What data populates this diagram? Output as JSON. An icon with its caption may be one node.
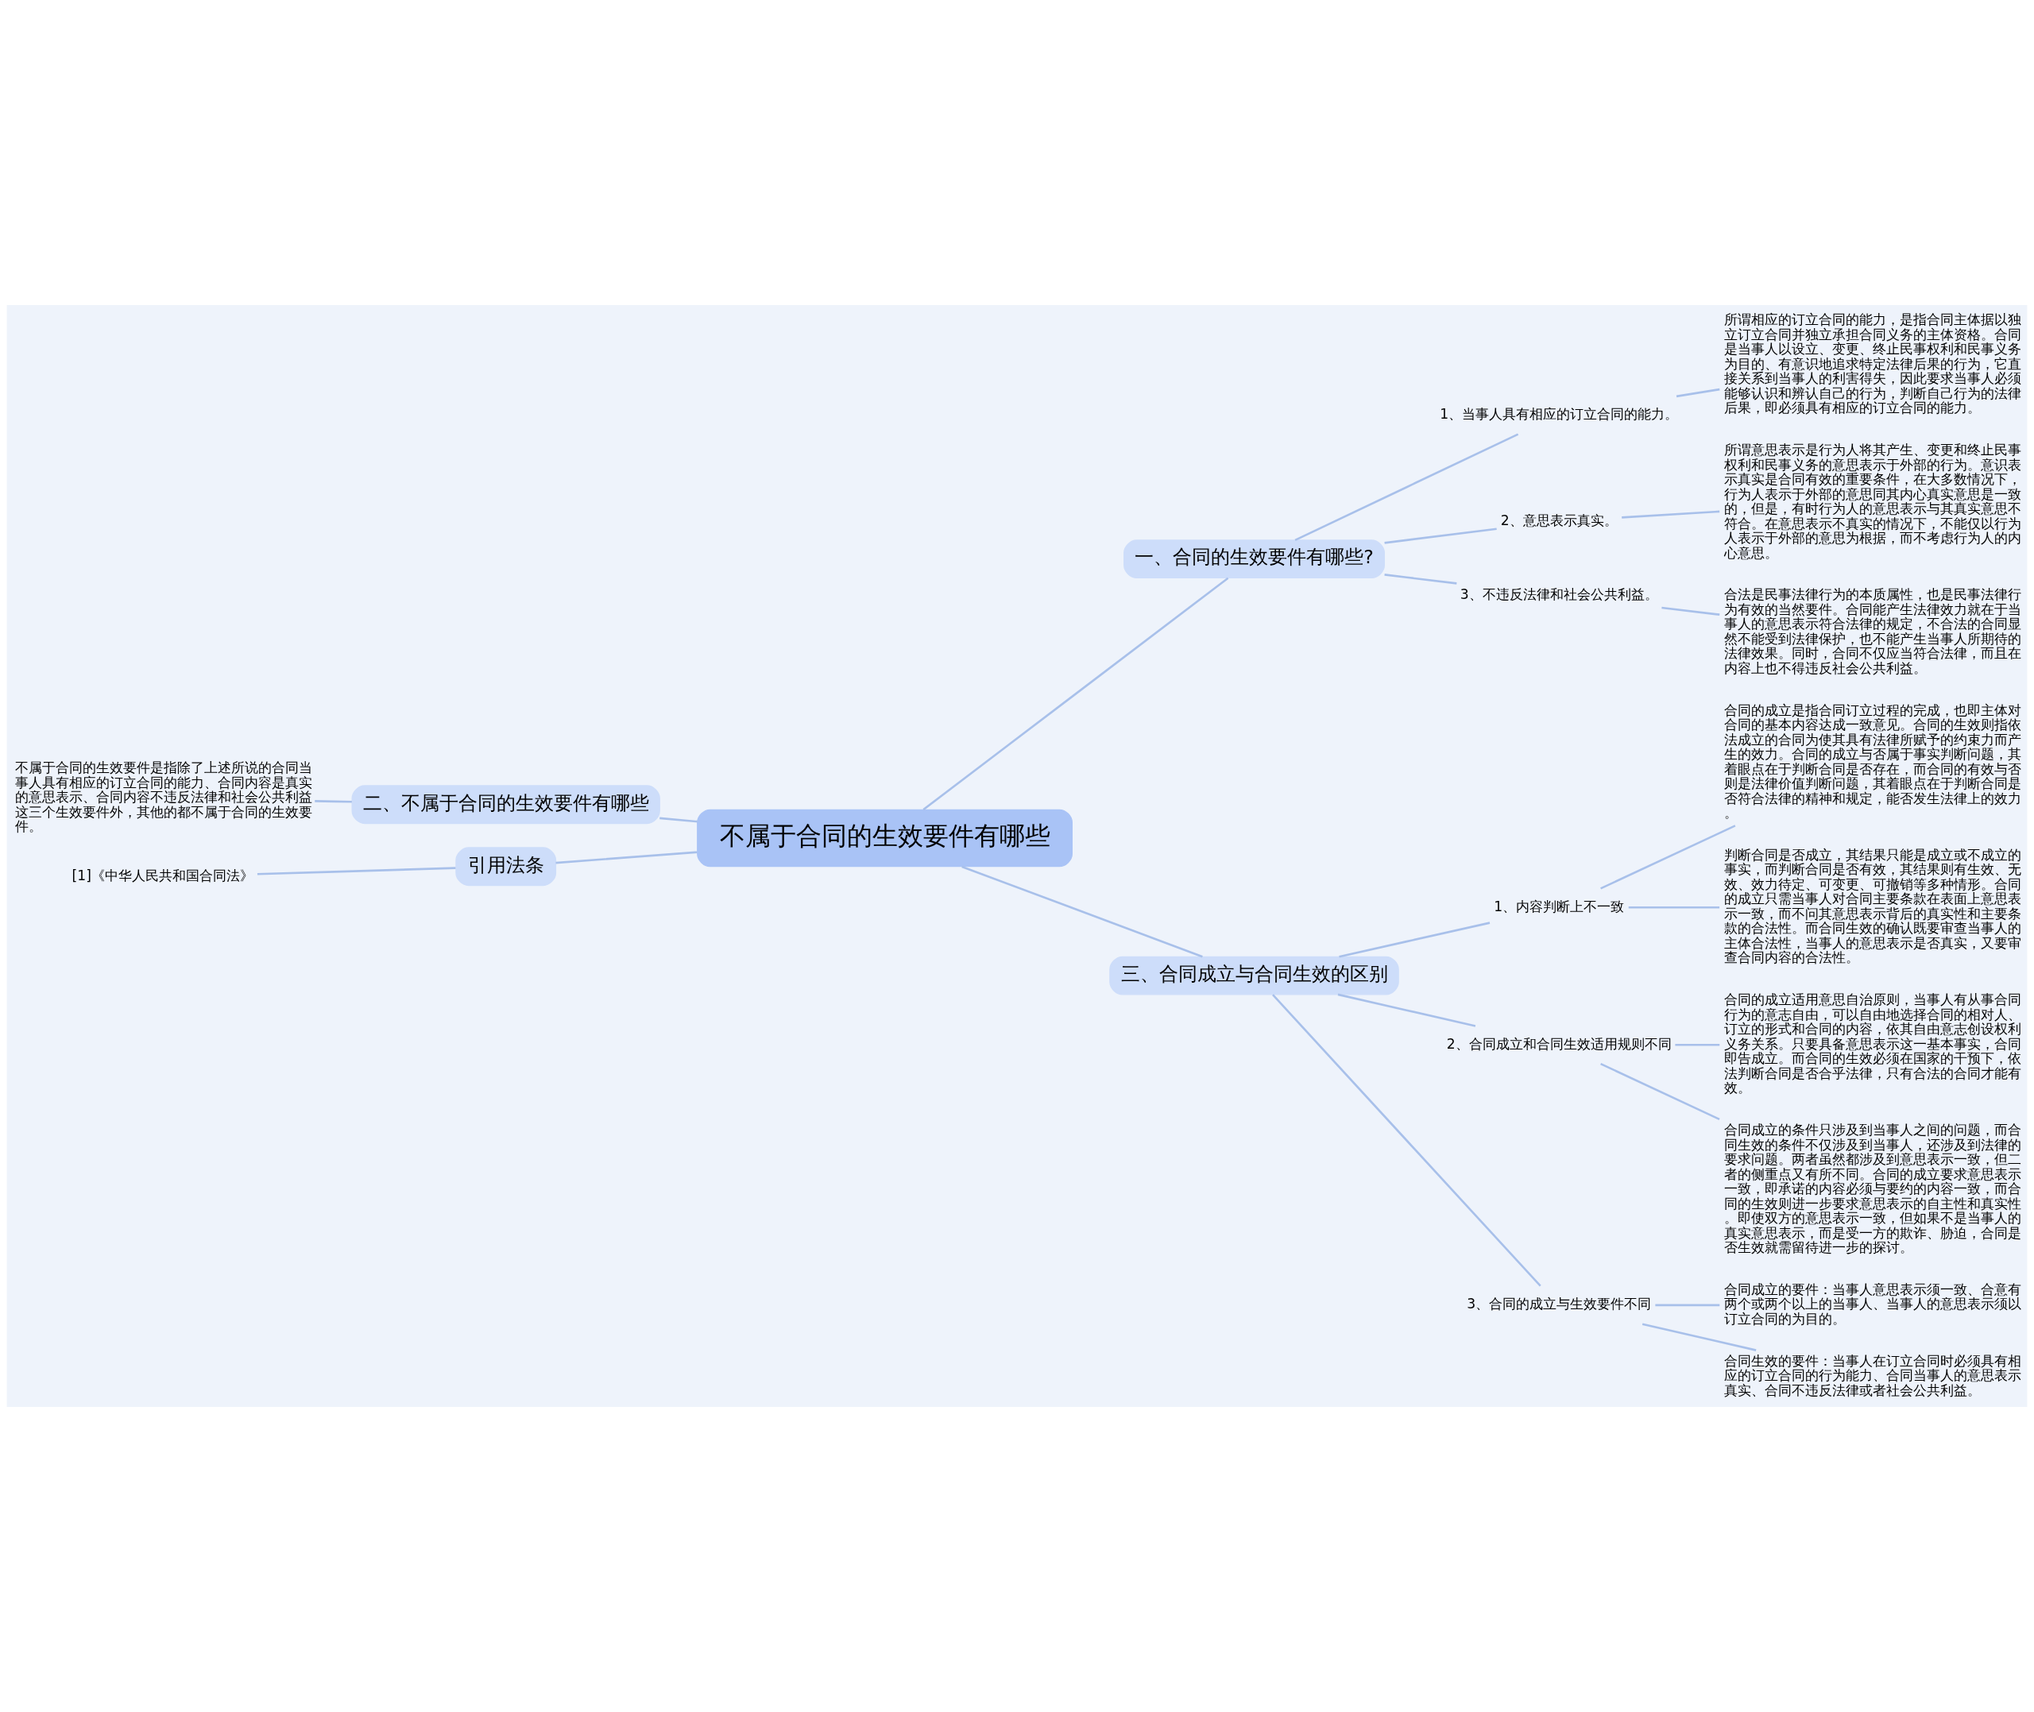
{
  "diagram": {
    "nodes": [
      {
        "text": [
          "不属于合同的生效要件有哪些"
        ]
      },
      {
        "text": [
          "一、合同的生效要件有哪些?"
        ]
      },
      {
        "text": [
          "1、当事人具有相应的订立合同的能力。"
        ]
      },
      {
        "text": [
          "所谓相应的订立合同的能力，是指合同主体据以独立订立合同并独立承担合同义务的主体资格。合同是当事人以设立、变更、终止民事权利和民事义务为目的、有意识地追求特定法律后果的行为，它直接关系到当事人的利害得失，因此要求当事人必须能够认识和辨认自己的行为，判断自己行为的法律后果，即必须具有相应的订立合同的能力。"
        ]
      },
      {
        "text": [
          "2、意思表示真实。"
        ]
      },
      {
        "text": [
          "所谓意思表示是行为人将其产生、变更和终止民事权利和民事义务的意思表示于外部的行为。意识表示真实是合同有效的重要条件，在大多数情况下，行为人表示于外部的意思同其内心真实意思是一致的，但是，有时行为人的意思表示与其真实意思不符合。在意思表示不真实的情况下，不能仅以行为人表示于外部的意思为根据，而不考虑行为人的内心意思。"
        ]
      },
      {
        "text": [
          "3、不违反法律和社会公共利益。"
        ]
      },
      {
        "text": [
          "合法是民事法律行为的本质属性，也是民事法律行为有效的当然要件。合同能产生法律效力就在于当事人的意思表示符合法律的规定，不合法的合同显然不能受到法律保护，也不能产生当事人所期待的法律效果。同时，合同不仅应当符合法律，而且在内容上也不得违反社会公共利益。"
        ]
      },
      {
        "text": [
          "二、不属于合同的生效要件有哪些"
        ]
      },
      {
        "text": [
          "不属于合同的生效要件是指除了上述所说的合同当事人具有相应的订立合同的能力、合同内容是真实的意思表示、合同内容不违反法律和社会公共利益这三个生效要件外，其他的都不属于合同的生效要件。"
        ]
      },
      {
        "text": [
          "引用法条"
        ]
      },
      {
        "text": [
          "[1]《中华人民共和国合同法》"
        ]
      },
      {
        "text": [
          "三、合同成立与合同生效的区别"
        ]
      },
      {
        "text": [
          "1、内容判断上不一致"
        ]
      },
      {
        "text": [
          "合同的成立是指合同订立过程的完成，也即主体对合同的基本内容达成一致意见。合同的生效则指依法成立的合同为使其具有法律所赋予的约束力而产生的效力。合同的成立与否属于事实判断问题，其着眼点在于判断合同是否存在，而合同的有效与否则是法律价值判断问题，其着眼点在于判断合同是否符合法律的精神和规定，能否发生法律上的效力。"
        ]
      },
      {
        "text": [
          "判断合同是否成立，其结果只能是成立或不成立的事实，而判断合同是否有效，其结果则有生效、无效、效力待定、可变更、可撤销等多种情形。合同的成立只需当事人对合同主要条款在表面上意思表示一致，而不问其意思表示背后的真实性和主要条款的合法性。而合同生效的确认既要审查当事人的主体合法性，当事人的意思表示是否真实，又要审查合同内容的合法性。"
        ]
      },
      {
        "text": [
          "2、合同成立和合同生效适用规则不同"
        ]
      },
      {
        "text": [
          "合同的成立适用意思自治原则，当事人有从事合同行为的意志自由，可以自由地选择合同的相对人、订立的形式和合同的内容，依其自由意志创设权利义务关系。只要具备意思表示这一基本事实，合同即告成立。而合同的生效必须在国家的干预下，依法判断合同是否合乎法律，只有合法的合同才能有效。"
        ]
      },
      {
        "text": [
          "合同成立的条件只涉及到当事人之间的问题，而合同生效的条件不仅涉及到当事人，还涉及到法律的要求问题。两者虽然都涉及到意思表示一致，但二者的侧重点又有所不同。合同的成立要求意思表示一致，即承诺的内容必须与要约的内容一致，而合同的生效则进一步要求意思表示的自主性和真实性。即使双方的意思表示一致，但如果不是当事人的真实意思表示，而是受一方的欺诈、胁迫，合同是否生效就需留待进一步的探讨。"
        ]
      },
      {
        "text": [
          "3、合同的成立与生效要件不同"
        ]
      },
      {
        "text": [
          "合同成立的要件：当事人意思表示须一致、合意有两个或两个以上的当事人、当事人的意思表示须以订立合同的为目的。"
        ]
      },
      {
        "text": [
          "合同生效的要件：当事人在订立合同时必须具有相应的订立合同的行为能力、合同当事人的意思表示真实、合同不违反法律或者社会公共利益。"
        ]
      }
    ],
    "edges": [
      {
        "from": 0,
        "to": 1,
        "arrow": "none"
      },
      {
        "from": 1,
        "to": 2,
        "arrow": "none"
      },
      {
        "from": 2,
        "to": 3,
        "arrow": "none"
      },
      {
        "from": 1,
        "to": 4,
        "arrow": "none"
      },
      {
        "from": 4,
        "to": 5,
        "arrow": "none"
      },
      {
        "from": 1,
        "to": 6,
        "arrow": "none"
      },
      {
        "from": 6,
        "to": 7,
        "arrow": "none"
      },
      {
        "from": 0,
        "to": 8,
        "arrow": "none"
      },
      {
        "from": 8,
        "to": 9,
        "arrow": "none"
      },
      {
        "from": 0,
        "to": 10,
        "arrow": "none"
      },
      {
        "from": 10,
        "to": 11,
        "arrow": "none"
      },
      {
        "from": 0,
        "to": 12,
        "arrow": "none"
      },
      {
        "from": 12,
        "to": 13,
        "arrow": "none"
      },
      {
        "from": 13,
        "to": 14,
        "arrow": "none"
      },
      {
        "from": 13,
        "to": 15,
        "arrow": "none"
      },
      {
        "from": 12,
        "to": 16,
        "arrow": "none"
      },
      {
        "from": 16,
        "to": 17,
        "arrow": "none"
      },
      {
        "from": 16,
        "to": 18,
        "arrow": "none"
      },
      {
        "from": 12,
        "to": 19,
        "arrow": "none"
      },
      {
        "from": 19,
        "to": 20,
        "arrow": "none"
      },
      {
        "from": 19,
        "to": 21,
        "arrow": "none"
      }
    ]
  }
}
